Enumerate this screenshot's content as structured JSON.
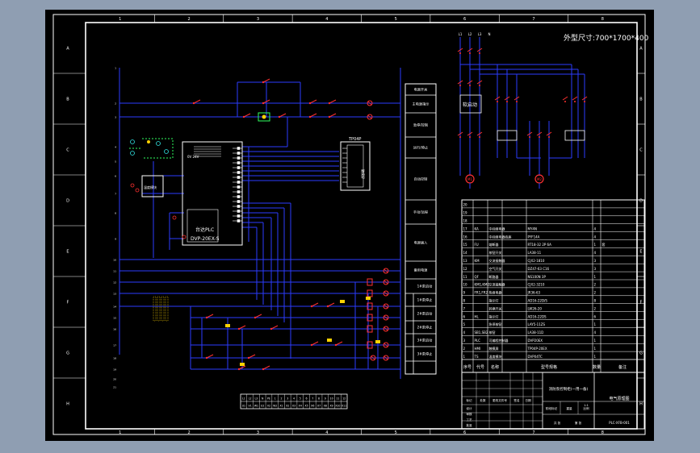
{
  "colors": {
    "background": "#8f9eb2",
    "sheet": "#000000",
    "frame": "#ffffff",
    "wire": "#2b3cff",
    "component": "#ff3030",
    "label": "#ffffff",
    "cyan": "#30e0e0",
    "green": "#30ff60",
    "yellow": "#ffd200",
    "magenta": "#ff40ff"
  },
  "drawing": {
    "dimension_label": "外型尺寸:700*1700*400",
    "grid_cols": [
      "1",
      "2",
      "3",
      "4",
      "5",
      "6",
      "7",
      "8"
    ],
    "grid_rows": [
      "A",
      "B",
      "C",
      "D",
      "E",
      "F",
      "G",
      "H"
    ],
    "plc_name": "台达PLC",
    "plc_model": "DVP-20EX-S",
    "plc_small_text": "0V  24V",
    "tp_label": "TP04P",
    "tp_side": "触摸屏",
    "module_label": "温度模块",
    "function_labels": [
      "电源开关",
      "主电源指示",
      "急停/控制",
      "运行/停止",
      "自动控制",
      "手动/远程",
      "电源输入",
      "备用电源",
      "1#泵启动",
      "1#泵停止",
      "2#泵启动",
      "2#泵停止",
      "3#泵启动",
      "3#泵停止"
    ],
    "terminal_numbers": [
      "1",
      "2",
      "3",
      "4",
      "5",
      "6",
      "7",
      "8",
      "9",
      "10",
      "11",
      "12",
      "13",
      "14",
      "15",
      "16",
      "17",
      "18",
      "19",
      "20",
      "21"
    ],
    "motor_labels": [
      "M1",
      "M2"
    ],
    "soft_starter": "软启动",
    "top_phase_labels": [
      "L1",
      "L2",
      "L3",
      "N"
    ]
  },
  "bom": {
    "headers": [
      "序号",
      "代号",
      "名称",
      "型号规格",
      "数量",
      "备注"
    ],
    "rows": [
      [
        "17",
        "KA",
        "中间继电器",
        "MY4N",
        "4",
        ""
      ],
      [
        "16",
        "",
        "中间继电器底座",
        "PYF14A",
        "4",
        ""
      ],
      [
        "15",
        "FU",
        "熔断器",
        "RT18-32 2P 6A",
        "1",
        "套"
      ],
      [
        "14",
        "",
        "按钮开关",
        "LA38-11",
        "4",
        ""
      ],
      [
        "13",
        "KM",
        "交流接触器",
        "CJX2-1810",
        "3",
        ""
      ],
      [
        "12",
        "",
        "空气开关",
        "DZ47-63 C16",
        "3",
        ""
      ],
      [
        "11",
        "QF",
        "断路器",
        "NS100N 3P",
        "1",
        ""
      ],
      [
        "10",
        "KM1,KM2",
        "交流接触器",
        "CJX2-3210",
        "2",
        ""
      ],
      [
        "9",
        "FR1,FR2",
        "热继电器",
        "JR36-63",
        "2",
        ""
      ],
      [
        "8",
        "",
        "指示灯",
        "AD16-22D/S",
        "8",
        ""
      ],
      [
        "7",
        "",
        "转换开关",
        "LW26-20",
        "2",
        ""
      ],
      [
        "6",
        "HL",
        "指示灯",
        "AD16-22DS",
        "6",
        ""
      ],
      [
        "5",
        "",
        "急停按钮",
        "LAY5-11ZS",
        "1",
        ""
      ],
      [
        "4",
        "SB1,SB2",
        "按钮",
        "LA38-11D",
        "4",
        ""
      ],
      [
        "3",
        "PLC",
        "可编程控制器",
        "DVP20EX",
        "1",
        ""
      ],
      [
        "2",
        "HMI",
        "触摸屏",
        "TP04P-20EX",
        "1",
        ""
      ],
      [
        "1",
        "TS",
        "温度模块",
        "DVP04TC",
        "1",
        ""
      ]
    ],
    "empty_rows": [
      "20",
      "19",
      "18"
    ]
  },
  "title_block": {
    "project": "消防泵控制柜(一用一备)",
    "drawing_title": "电气原理图",
    "drawing_number": "PLC-XFB-001",
    "labels": [
      "标记",
      "处数",
      "更改文件号",
      "签名",
      "日期"
    ],
    "roles": [
      "设计",
      "审核",
      "工艺",
      "批准"
    ],
    "fields": [
      "阶段标记",
      "重量",
      "比例",
      "共 张",
      "第 张"
    ],
    "scale": "1:1"
  },
  "bottom_terminal": {
    "top": [
      "L1",
      "L2",
      "L3",
      "N",
      "PE",
      "1",
      "2",
      "3",
      "4",
      "5",
      "6",
      "7",
      "8",
      "9",
      "10",
      "11",
      "12"
    ],
    "bottom": [
      "U1",
      "V1",
      "W1",
      "U2",
      "V2",
      "W2",
      "X1",
      "X2",
      "X3",
      "X4",
      "X5",
      "X6",
      "X7",
      "X8",
      "X9",
      "X10",
      "X11"
    ]
  }
}
